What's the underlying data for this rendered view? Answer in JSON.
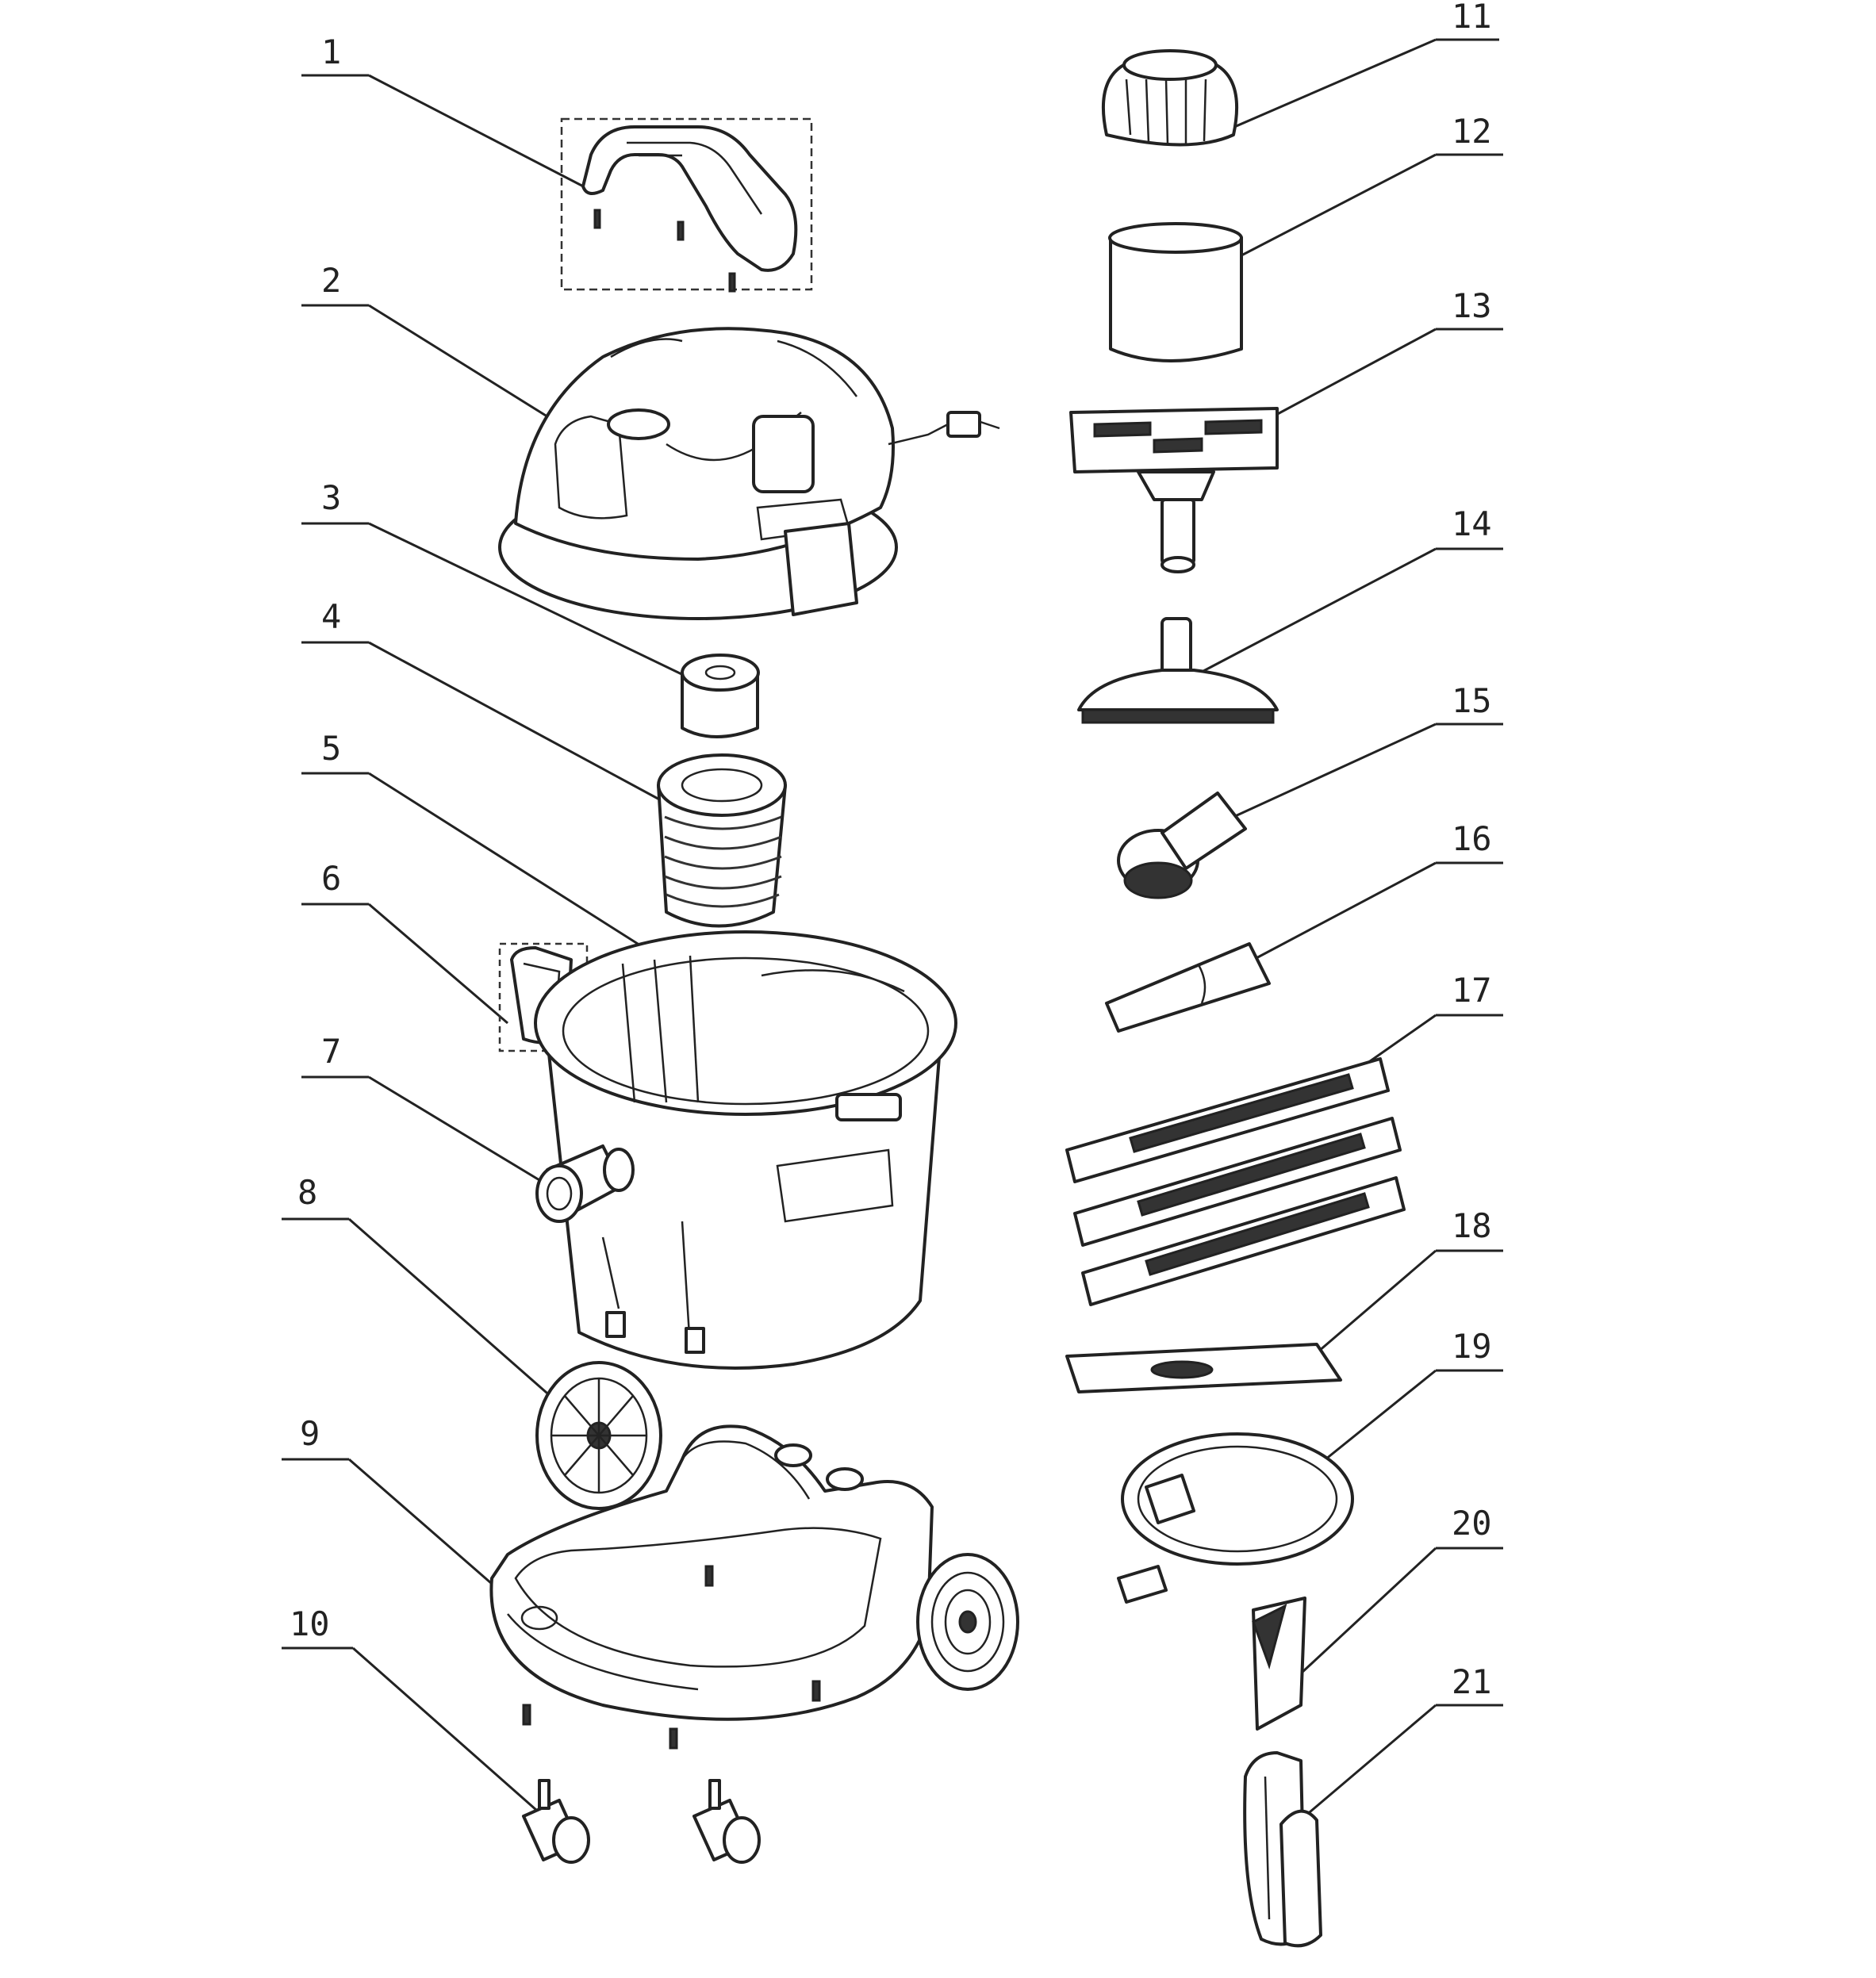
{
  "diagram": {
    "parts": [
      {
        "number": "1"
      },
      {
        "number": "2"
      },
      {
        "number": "3"
      },
      {
        "number": "4"
      },
      {
        "number": "5"
      },
      {
        "number": "6"
      },
      {
        "number": "7"
      },
      {
        "number": "8"
      },
      {
        "number": "9"
      },
      {
        "number": "10"
      },
      {
        "number": "11"
      },
      {
        "number": "12"
      },
      {
        "number": "13"
      },
      {
        "number": "14"
      },
      {
        "number": "15"
      },
      {
        "number": "16"
      },
      {
        "number": "17"
      },
      {
        "number": "18"
      },
      {
        "number": "19"
      },
      {
        "number": "20"
      },
      {
        "number": "21"
      }
    ]
  }
}
